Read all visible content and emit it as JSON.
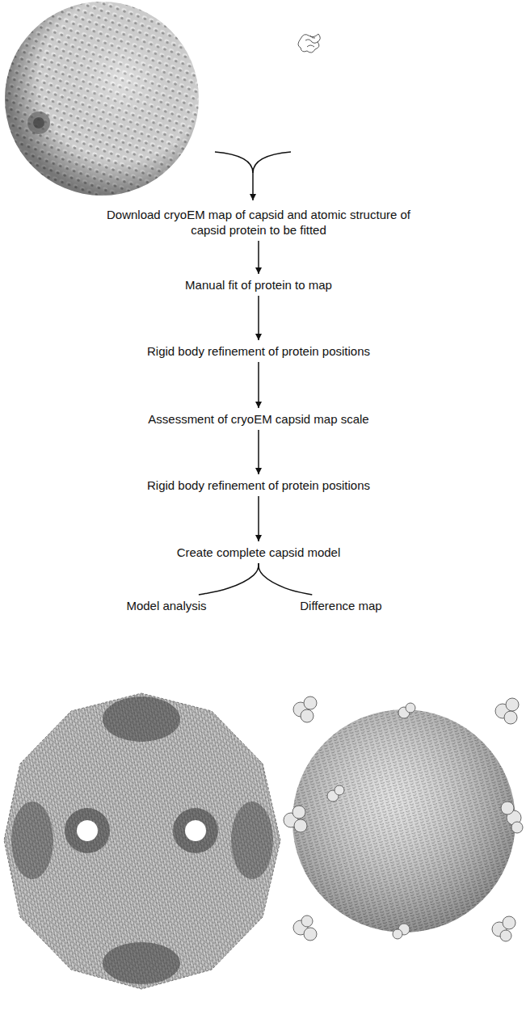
{
  "diagram": {
    "nodes": [
      {
        "text": [
          "Download cryoEM map of capsid and atomic structure of capsid protein to be fitted"
        ]
      },
      {
        "text": [
          "Manual fit of protein to map"
        ]
      },
      {
        "text": [
          "Rigid body refinement of protein positions"
        ]
      },
      {
        "text": [
          "Assessment of cryoEM capsid map scale"
        ]
      },
      {
        "text": [
          "Rigid body refinement of protein positions"
        ]
      },
      {
        "text": [
          "Create complete capsid model"
        ]
      },
      {
        "text": [
          "Model analysis"
        ]
      },
      {
        "text": [
          "Difference map"
        ]
      }
    ],
    "edges": [
      {
        "from": 0,
        "to": 1,
        "arrow": "to"
      },
      {
        "from": 1,
        "to": 2,
        "arrow": "to"
      },
      {
        "from": 2,
        "to": 3,
        "arrow": "to"
      },
      {
        "from": 3,
        "to": 4,
        "arrow": "to"
      },
      {
        "from": 4,
        "to": 5,
        "arrow": "to"
      },
      {
        "from": 5,
        "to": 6,
        "arrow": "none"
      },
      {
        "from": 5,
        "to": 7,
        "arrow": "none"
      }
    ]
  }
}
